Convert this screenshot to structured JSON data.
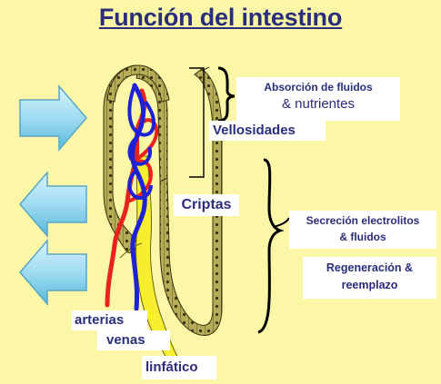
{
  "title": "Función del intestino",
  "labels": {
    "absorcion_line1": "Absorción de fluidos",
    "absorcion_line2": "& nutrientes",
    "vellosidades": "Vellosidades",
    "criptas": "Criptas",
    "secrecion_line1": "Secreción electrolitos",
    "secrecion_line2": "& fluidos",
    "regeneracion_line1": "Regeneración &",
    "regeneracion_line2": "reemplazo",
    "arterias": "arterias",
    "venas": "venas",
    "linfatico": "linfático"
  },
  "colors": {
    "background": "#fbf7a6",
    "text": "#2a2d7c",
    "epithelium": "#b6ab56",
    "artery": "#e8221c",
    "vein": "#1c22d8",
    "lymph": "#f6ee2e",
    "arrow": "#7fd0ea"
  },
  "arrows": [
    {
      "direction": "right",
      "icon": "arrow-right-icon"
    },
    {
      "direction": "left",
      "icon": "arrow-left-icon"
    },
    {
      "direction": "left",
      "icon": "arrow-left-icon"
    }
  ]
}
